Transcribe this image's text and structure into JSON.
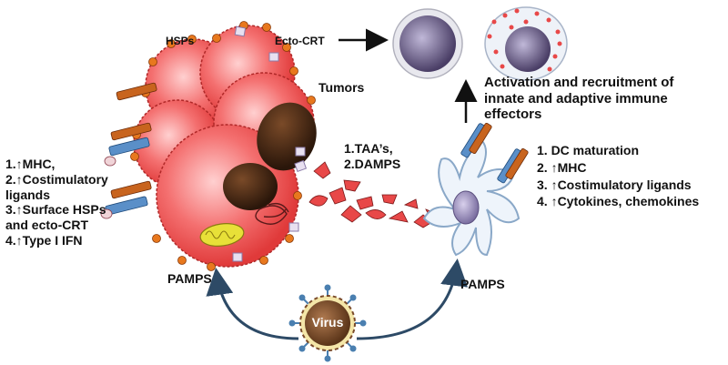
{
  "labels": {
    "hsps": "HSPs",
    "ecto_crt": "Ecto-CRT",
    "tumors": "Tumors",
    "activation": [
      "Activation and recruitment of",
      "innate and adaptive immune",
      "effectors"
    ],
    "danger_signals": [
      "1.TAA’s,",
      "2.DAMPS"
    ],
    "tumor_changes": [
      "1.↑MHC,",
      "2.↑Costimulatory",
      "ligands",
      "3.↑Surface HSPs",
      "and ecto-CRT",
      "4.↑Type I IFN"
    ],
    "dc_changes": [
      "1. DC maturation",
      "2. ↑MHC",
      "3. ↑Costimulatory ligands",
      "4. ↑Cytokines, chemokines"
    ],
    "pamps_left": "PAMPS",
    "pamps_right": "PAMPS",
    "virus": "Virus"
  },
  "colors": {
    "tumor_cell": "#f04a4a",
    "tumor_dots": "#e8781e",
    "nucleus": "#3a2312",
    "mitochondrion": "#e8e038",
    "mhc_orange": "#c8641e",
    "mhc_blue": "#5a8fc8",
    "dc_membrane": "#b8cce0",
    "arrow_blue": "#2d4a66",
    "virus_body": "#7a4a2a",
    "virus_spikes": "#4a7fb0",
    "lymphocyte": "#5e5078"
  },
  "icons": [
    "tumor-cell-cluster",
    "dendritic-cell",
    "lymphocyte",
    "activated-lymphocyte",
    "virus-particle",
    "mitochondrion-icon"
  ]
}
